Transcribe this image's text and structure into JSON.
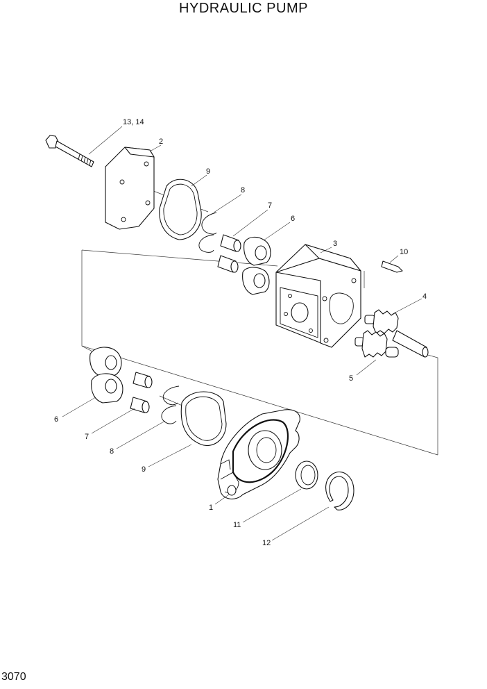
{
  "title": "HYDRAULIC PUMP",
  "page_number": "3070",
  "callouts": {
    "c13_14": "13, 14",
    "c2": "2",
    "c9_top": "9",
    "c8_top": "8",
    "c7_top": "7",
    "c6_top": "6",
    "c3": "3",
    "c10": "10",
    "c4": "4",
    "c5": "5",
    "c6_bottom": "6",
    "c7_bottom": "7",
    "c8_bottom": "8",
    "c9_bottom": "9",
    "c1": "1",
    "c11": "11",
    "c12": "12"
  }
}
